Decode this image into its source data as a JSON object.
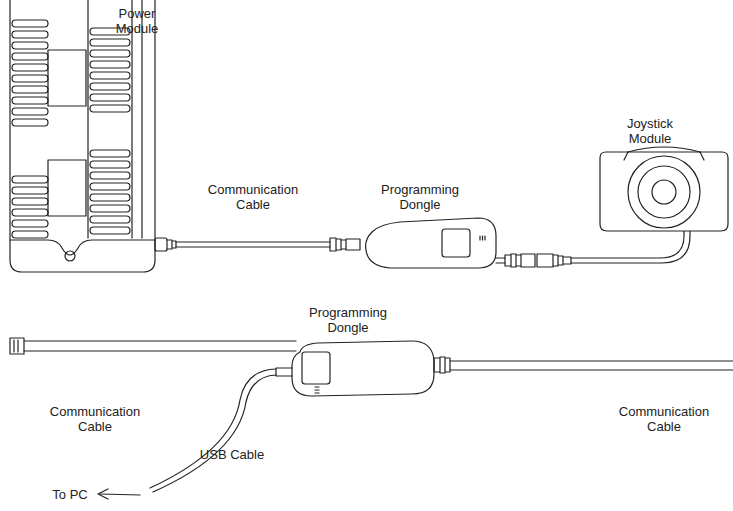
{
  "diagram": {
    "labels": [
      "Power Module",
      "Communication Cable",
      "Programming Dongle",
      "Joystick Module",
      "Programming Dongle",
      "Communication Cable",
      "Communication Cable",
      "USB Cable",
      "To PC"
    ]
  }
}
